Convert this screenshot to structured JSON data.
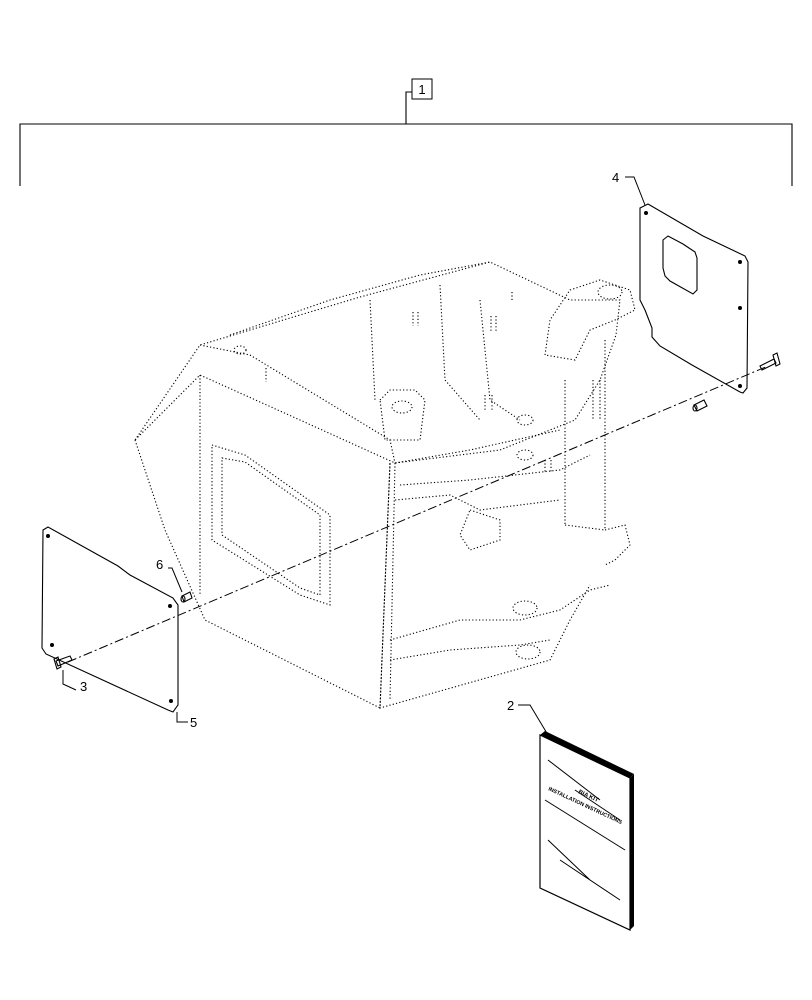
{
  "callouts": {
    "item_1": "1",
    "item_2": "2",
    "item_3": "3",
    "item_4": "4",
    "item_5": "5",
    "item_6": "6"
  },
  "manual_cover": {
    "line_1": "BIA KIT",
    "line_2": "INSTALLATION INSTRUCTIONS"
  }
}
